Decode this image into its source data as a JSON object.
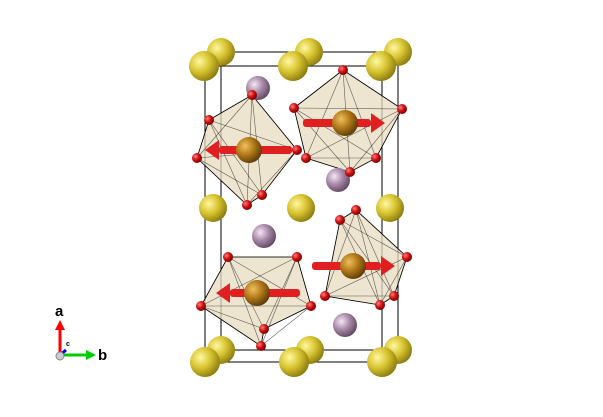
{
  "axes": {
    "a": "a",
    "b": "b",
    "c": "c"
  },
  "colors": {
    "A_site": "#d8c838",
    "B_site": "#b07818",
    "X_site": "#cc1010",
    "interstitial": "#a888a8",
    "polyhedron": "#e8dcc0",
    "moment": "#e02020",
    "axis_a": "#ff0000",
    "axis_b": "#00cc00",
    "axis_c": "#0000ff"
  }
}
